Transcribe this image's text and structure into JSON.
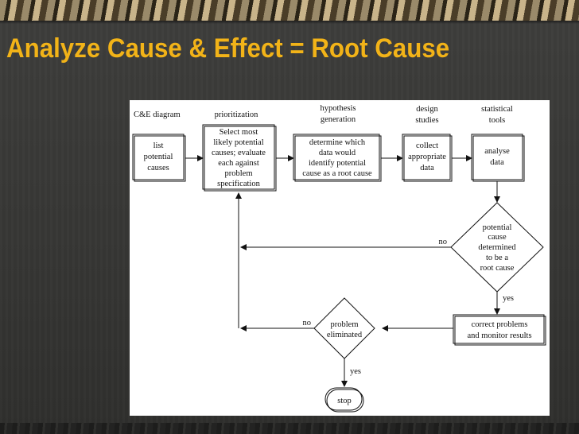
{
  "slide": {
    "title": "Analyze Cause & Effect = Root Cause",
    "colors": {
      "title": "#f2b318",
      "background": "#3b3b39",
      "panel": "#ffffff"
    }
  },
  "diagram": {
    "stage_labels": {
      "ce": "C&E diagram",
      "prioritization": "prioritization",
      "hypothesis": [
        "hypothesis",
        "generation"
      ],
      "design": [
        "design",
        "studies"
      ],
      "statistical": [
        "statistical",
        "tools"
      ]
    },
    "boxes": {
      "list_causes": [
        "list",
        "potential",
        "causes"
      ],
      "select": [
        "Select most",
        "likely potential",
        "causes; evaluate",
        "each against",
        "problem",
        "specification"
      ],
      "determine": [
        "determine which",
        "data would",
        "identify potential",
        "cause as a root cause"
      ],
      "collect": [
        "collect",
        "appropriate",
        "data"
      ],
      "analyse": [
        "analyse",
        "data"
      ],
      "correct": [
        "correct problems",
        "and monitor results"
      ],
      "stop": "stop"
    },
    "decisions": {
      "root_cause": [
        "potential",
        "cause",
        "determined",
        "to be a",
        "root cause"
      ],
      "eliminated": [
        "problem",
        "eliminated"
      ]
    },
    "branch_labels": {
      "root_no": "no",
      "root_yes": "yes",
      "elim_no": "no",
      "elim_yes": "yes"
    }
  }
}
